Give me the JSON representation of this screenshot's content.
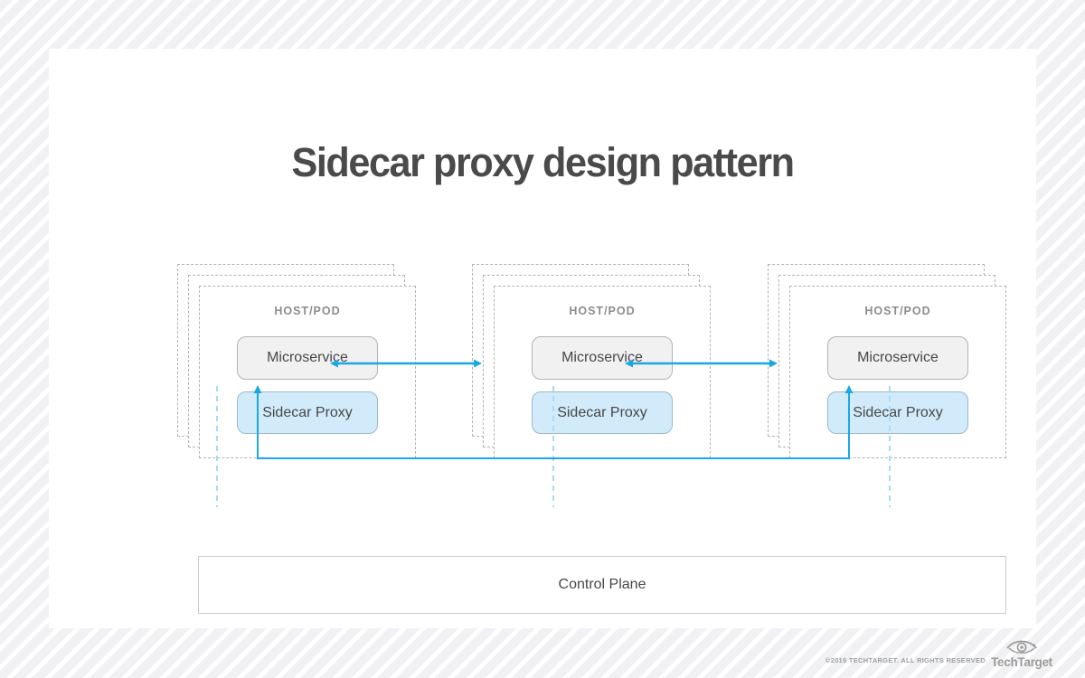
{
  "page": {
    "title": "Sidecar proxy design pattern"
  },
  "hosts": [
    {
      "label": "HOST/POD",
      "microservice": "Microservice",
      "sidecar": "Sidecar Proxy"
    },
    {
      "label": "HOST/POD",
      "microservice": "Microservice",
      "sidecar": "Sidecar Proxy"
    },
    {
      "label": "HOST/POD",
      "microservice": "Microservice",
      "sidecar": "Sidecar Proxy"
    }
  ],
  "control_plane": {
    "label": "Control Plane"
  },
  "connections": [
    {
      "from": "sidecar-proxy-1",
      "to": "sidecar-proxy-2",
      "style": "solid",
      "bidirectional": true
    },
    {
      "from": "sidecar-proxy-2",
      "to": "sidecar-proxy-3",
      "style": "solid",
      "bidirectional": true
    },
    {
      "from": "sidecar-proxy-1",
      "to": "sidecar-proxy-3",
      "style": "solid-elbow",
      "bidirectional": true
    },
    {
      "from": "sidecar-proxy-1",
      "to": "control-plane",
      "style": "dashed"
    },
    {
      "from": "sidecar-proxy-2",
      "to": "control-plane",
      "style": "dashed"
    },
    {
      "from": "sidecar-proxy-3",
      "to": "control-plane",
      "style": "dashed"
    }
  ],
  "footer": {
    "copyright": "©2019 TECHTARGET. ALL RIGHTS RESERVED",
    "brand": "TechTarget"
  },
  "colors": {
    "arrow_blue": "#1ba7e2",
    "dashed_link_blue": "#a6dcf5",
    "sidecar_fill": "#d2ebfa",
    "microservice_fill": "#f1f1f1",
    "title_text": "#4a4a4a",
    "pod_border_gray": "#b3b3b3"
  }
}
